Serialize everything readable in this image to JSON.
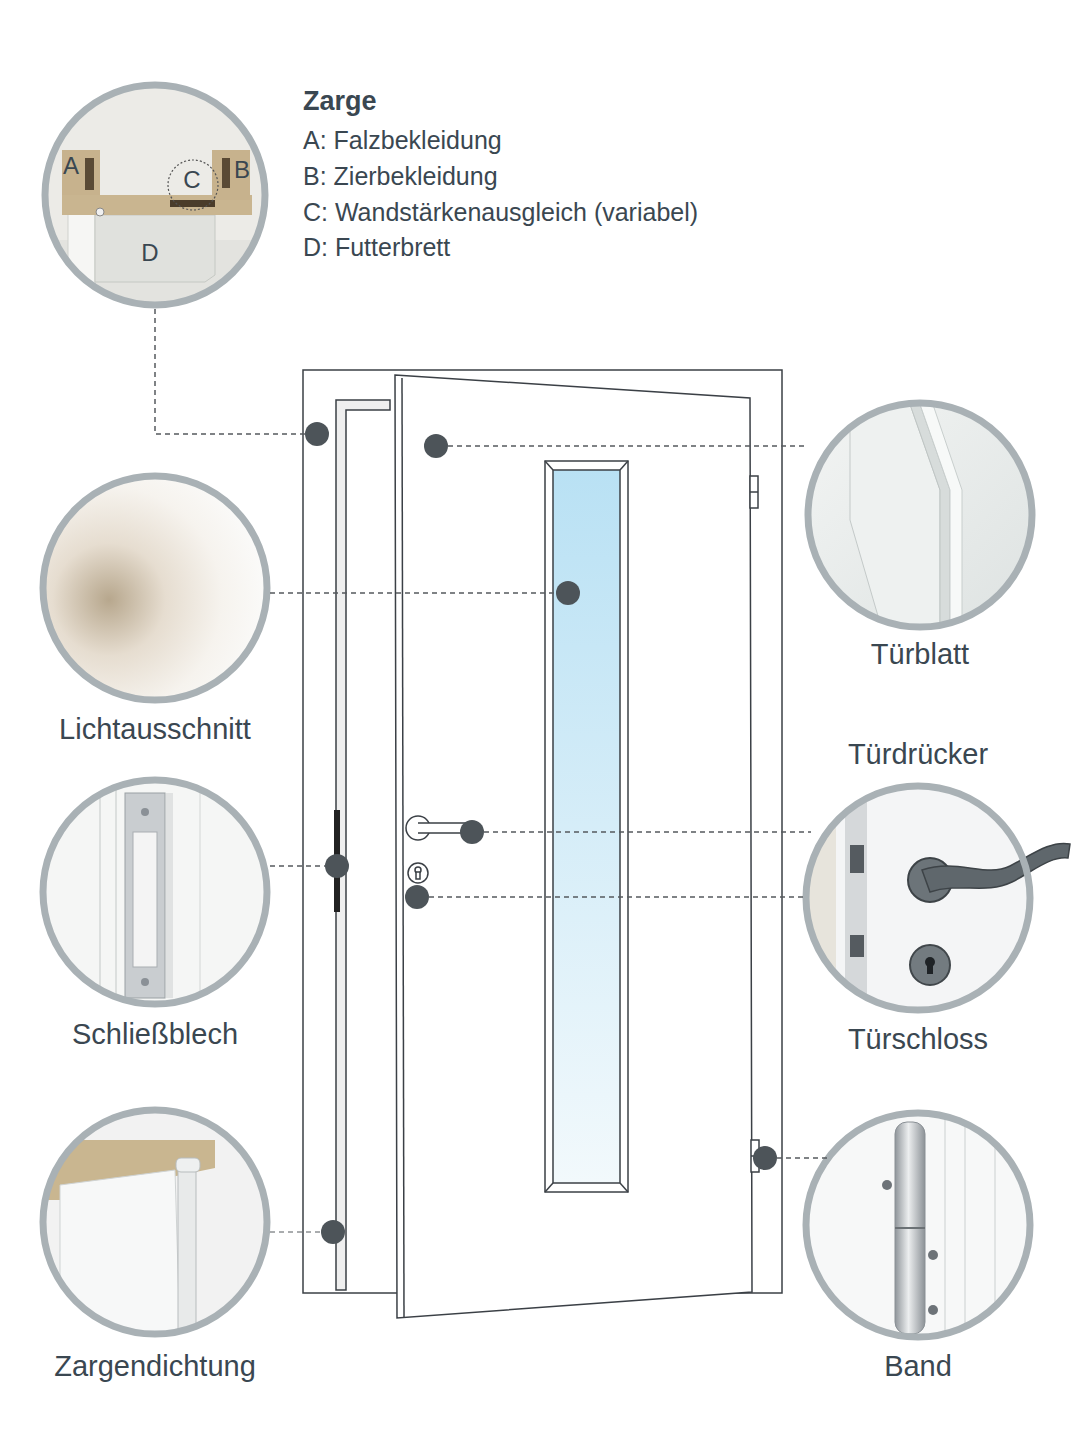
{
  "diagram": {
    "title": "Zarge",
    "nodes": [
      {
        "text": [
          "A",
          "B",
          "C",
          "D"
        ]
      },
      {
        "text": [
          "Türblatt"
        ]
      },
      {
        "text": [
          "Lichtausschnitt"
        ]
      },
      {
        "text": [
          "Türdrücker",
          "Türschloss"
        ]
      },
      {
        "text": [
          "Schließblech"
        ]
      },
      {
        "text": [
          "Zargendichtung"
        ]
      },
      {
        "text": [
          "Band"
        ]
      }
    ],
    "labels": [
      "A: Falzbekleidung",
      "B: Zierbekleidung",
      "C: Wandstärkenausgleich (variabel)",
      "D: Futterbrett"
    ]
  }
}
